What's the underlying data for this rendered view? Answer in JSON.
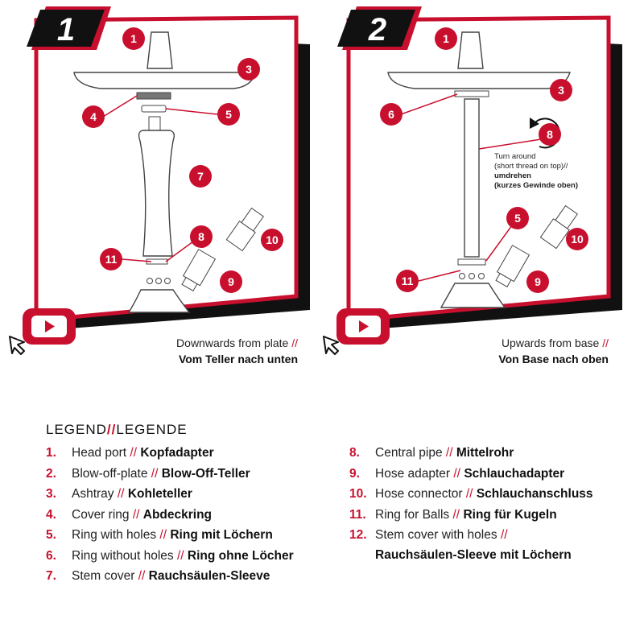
{
  "panels": [
    {
      "step": "1",
      "caption_en": "Downwards from plate",
      "caption_de": "Vom Teller nach unten"
    },
    {
      "step": "2",
      "caption_en": "Upwards from base",
      "caption_de": "Von Base nach oben"
    }
  ],
  "separator": "//",
  "turn_note": {
    "en_1": "Turn around",
    "en_2": "(short thread on top)//",
    "de_1": "umdrehen",
    "de_2": "(kurzes Gewinde oben)"
  },
  "callouts_panel1": [
    "1",
    "3",
    "4",
    "5",
    "7",
    "8",
    "9",
    "10",
    "11"
  ],
  "callouts_panel2": [
    "1",
    "3",
    "6",
    "8",
    "5",
    "10",
    "11",
    "9"
  ],
  "legend": {
    "title_a": "LEGEND",
    "title_b": "LEGENDE",
    "items": [
      {
        "num": "1.",
        "en": "Head port",
        "de": "Kopfadapter"
      },
      {
        "num": "2.",
        "en": "Blow-off-plate",
        "de": "Blow-Off-Teller"
      },
      {
        "num": "3.",
        "en": "Ashtray",
        "de": "Kohleteller"
      },
      {
        "num": "4.",
        "en": "Cover ring",
        "de": "Abdeckring"
      },
      {
        "num": "5.",
        "en": "Ring with holes",
        "de": "Ring mit Löchern"
      },
      {
        "num": "6.",
        "en": "Ring without holes",
        "de": "Ring ohne Löcher"
      },
      {
        "num": "7.",
        "en": "Stem cover",
        "de": "Rauchsäulen-Sleeve"
      },
      {
        "num": "8.",
        "en": "Central pipe",
        "de": "Mittelrohr"
      },
      {
        "num": "9.",
        "en": "Hose adapter",
        "de": "Schlauchadapter"
      },
      {
        "num": "10.",
        "en": "Hose connector",
        "de": "Schlauchanschluss"
      },
      {
        "num": "11.",
        "en": "Ring for Balls",
        "de": "Ring für Kugeln"
      },
      {
        "num": "12.",
        "en": "Stem cover with holes",
        "de": "Rauchsäulen-Sleeve mit Löchern"
      }
    ]
  },
  "colors": {
    "accent": "#c8102e",
    "ink": "#111111"
  },
  "icons": [
    "youtube-play-icon",
    "mouse-cursor-icon"
  ]
}
